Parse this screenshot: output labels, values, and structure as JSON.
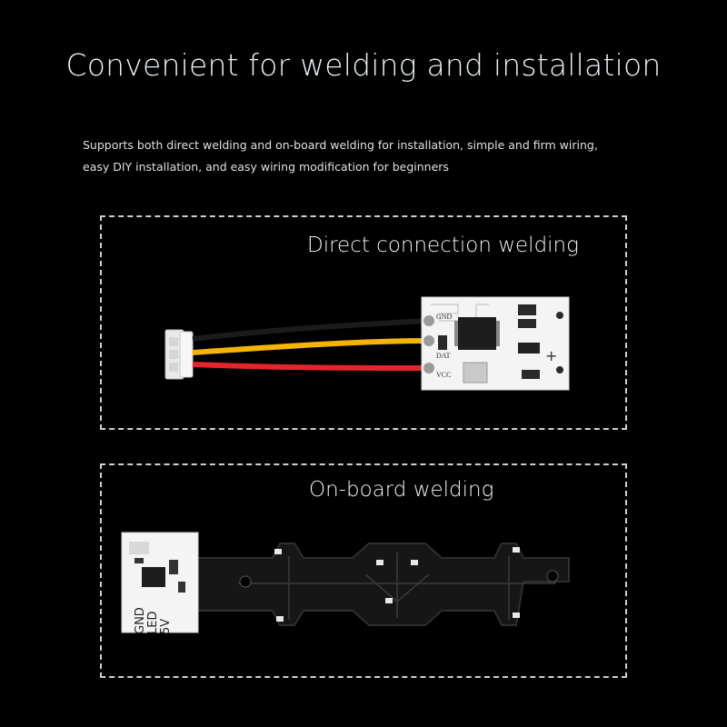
{
  "header": {
    "title": "Convenient for welding and installation",
    "description": "Supports both direct welding and on-board welding for installation, simple and firm wiring, easy DIY installation, and easy wiring modification for beginners"
  },
  "panels": [
    {
      "title": "Direct connection welding",
      "pad_labels": [
        "GND",
        "DAT",
        "VCC"
      ],
      "polarity_mark": "+"
    },
    {
      "title": "On-board welding",
      "pad_labels": [
        "GND",
        "LED",
        "5V"
      ]
    }
  ],
  "colors": {
    "background": "#000000",
    "dashed_border": "#cfcfcf",
    "wire_black": "#1a1a1a",
    "wire_yellow": "#f5b400",
    "wire_red": "#e3262b",
    "board_white": "#f4f4f4",
    "led_strip": "#161616"
  },
  "icons": [
    "welding-module-image",
    "led-strip-board-image"
  ]
}
